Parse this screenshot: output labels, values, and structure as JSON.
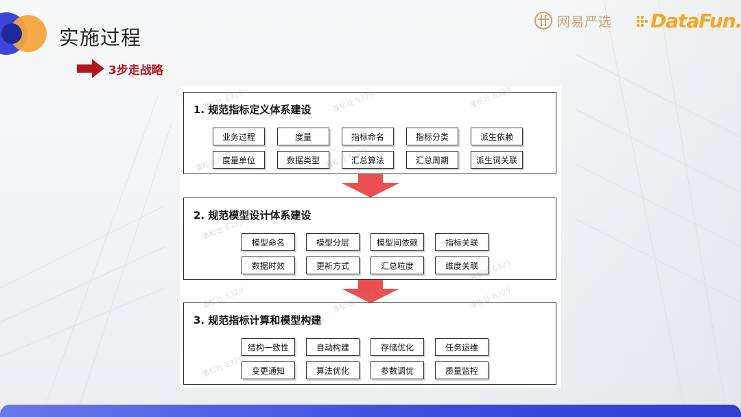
{
  "slide": {
    "title": "实施过程",
    "subtitle": "3步走战略",
    "brand_left": "网易严选",
    "brand_right": "DataFun."
  },
  "colors": {
    "accent_red": "#b3161b",
    "arrow_red": "#e9504f",
    "brand_gold": "#c8a271",
    "brand_orange": "#f5a623",
    "logo_blue": "#3a46d8"
  },
  "watermark_text": "潘松壮 6329",
  "sections": [
    {
      "title": "1. 规范指标定义体系建设",
      "rows": [
        [
          "业务过程",
          "度量",
          "指标命名",
          "指标分类",
          "派生依赖"
        ],
        [
          "度量单位",
          "数据类型",
          "汇总算法",
          "汇总周期",
          "派生词关联"
        ]
      ]
    },
    {
      "title": "2. 规范模型设计体系建设",
      "rows": [
        [
          "模型命名",
          "模型分层",
          "模型间依赖",
          "指标关联"
        ],
        [
          "数据时效",
          "更新方式",
          "汇总粒度",
          "维度关联"
        ]
      ]
    },
    {
      "title": "3. 规范指标计算和模型构建",
      "rows": [
        [
          "结构一致性",
          "自动构建",
          "存储优化",
          "任务运维"
        ],
        [
          "变更通知",
          "算法优化",
          "参数调优",
          "质量监控"
        ]
      ]
    }
  ]
}
